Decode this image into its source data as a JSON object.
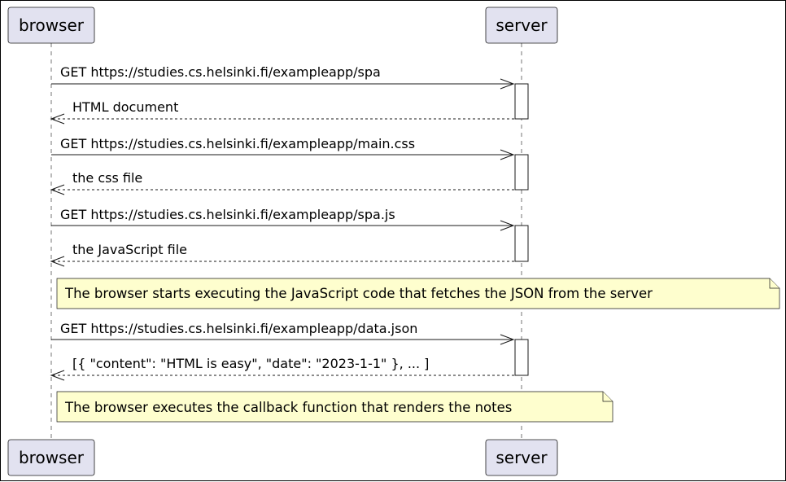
{
  "participants": {
    "browser": "browser",
    "server": "server"
  },
  "messages": [
    {
      "text": "GET https://studies.cs.helsinki.fi/exampleapp/spa",
      "direction": "request"
    },
    {
      "text": "HTML document",
      "direction": "response"
    },
    {
      "text": "GET https://studies.cs.helsinki.fi/exampleapp/main.css",
      "direction": "request"
    },
    {
      "text": "the css file",
      "direction": "response"
    },
    {
      "text": "GET https://studies.cs.helsinki.fi/exampleapp/spa.js",
      "direction": "request"
    },
    {
      "text": "the JavaScript file",
      "direction": "response"
    },
    {
      "text": "GET https://studies.cs.helsinki.fi/exampleapp/data.json",
      "direction": "request"
    },
    {
      "text": "[{ \"content\": \"HTML is easy\", \"date\": \"2023-1-1\" }, ... ]",
      "direction": "response"
    }
  ],
  "notes": [
    "The browser starts executing the JavaScript code that fetches the JSON from the server",
    "The browser executes the callback function that renders the notes"
  ],
  "colors": {
    "participant_fill": "#e2e2f0",
    "note_fill": "#fefece",
    "line": "#181818"
  }
}
